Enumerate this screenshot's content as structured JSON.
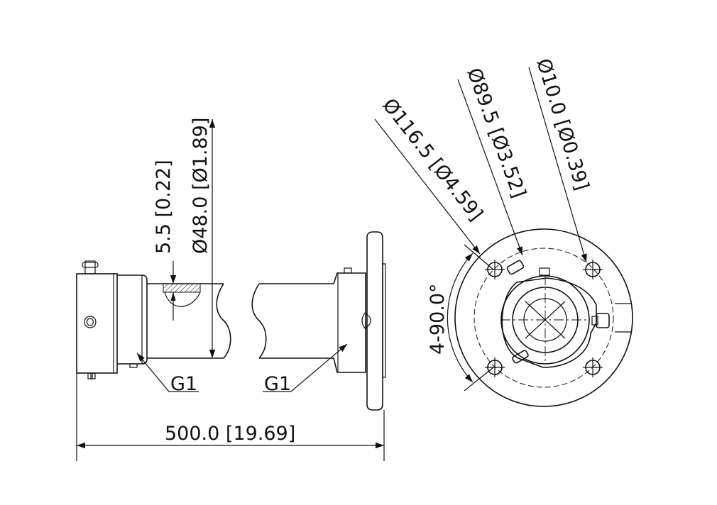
{
  "labels": {
    "recess_depth": "5.5 [0.22]",
    "pipe_diameter": "Ø48.0 [Ø1.89]",
    "flange_outer_dia": "Ø116.5 [Ø4.59]",
    "bolt_circle_dia": "Ø89.5 [Ø3.52]",
    "hole_dia": "Ø10.0 [Ø0.39]",
    "hole_angle": "4-90.0°",
    "thread_left": "G1",
    "thread_right": "G1",
    "overall_length": "500.0 [19.69]"
  }
}
